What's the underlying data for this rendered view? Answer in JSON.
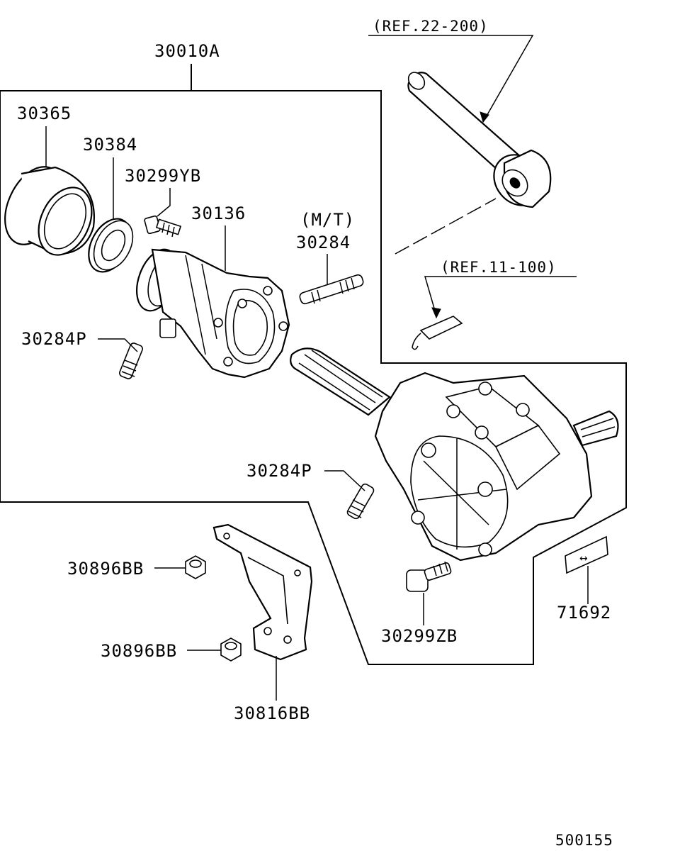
{
  "labels": {
    "assembly": "30010A",
    "ring_30365": "30365",
    "seal_30384": "30384",
    "bolt_30299yb": "30299YB",
    "housing_30136": "30136",
    "mt_note": "(M/T)",
    "stud_30284": "30284",
    "stud_30284p_left": "30284P",
    "stud_30284p_mid": "30284P",
    "nut_30896bb_top": "30896BB",
    "nut_30896bb_bottom": "30896BB",
    "bracket_30816bb": "30816BB",
    "bolt_30299zb": "30299ZB",
    "label_71692": "71692",
    "ref_22_200": "(REF.22-200)",
    "ref_11_100": "(REF.11-100)",
    "diagram_number": "500155"
  },
  "icons": {
    "label_plate_symbol": "double-arrow-icon"
  }
}
